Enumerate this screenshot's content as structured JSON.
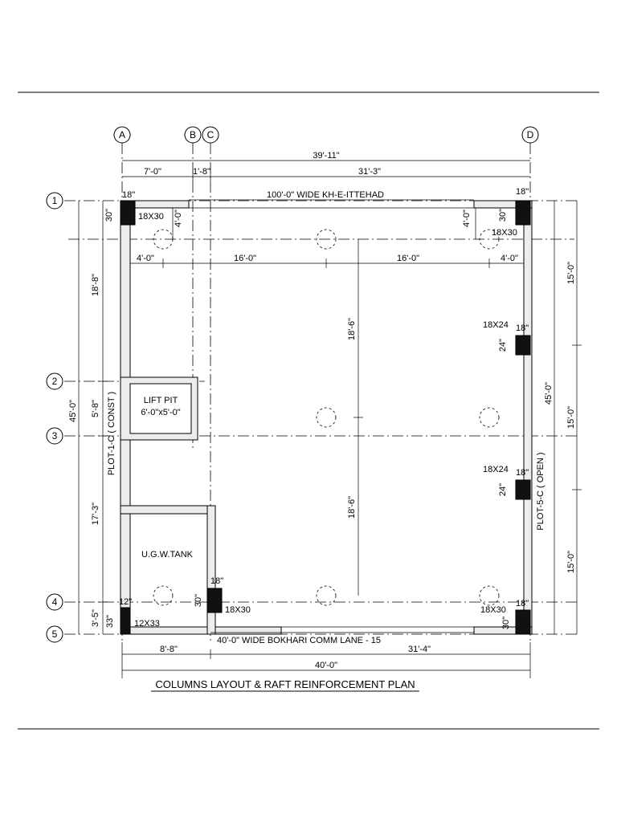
{
  "grid": {
    "cols": [
      "A",
      "B",
      "C",
      "D"
    ],
    "rows": [
      "1",
      "2",
      "3",
      "4",
      "5"
    ]
  },
  "dims": {
    "top_total": "39'-11\"",
    "top_a_b": "7'-0\"",
    "top_b_c": "1'-8\"",
    "top_c_d": "31'-3\"",
    "col_18": "18\"",
    "col_30": "30\"",
    "col_24": "24\"",
    "col_33": "33\"",
    "col_12": "12\"",
    "v_4": "4'-0\"",
    "h_4": "4'-0\"",
    "h_16": "16'-0\"",
    "v_18_6": "18'-6\"",
    "left_18_8": "18'-8\"",
    "left_5_8": "5'-8\"",
    "left_17_3": "17'-3\"",
    "left_3_5": "3'-5\"",
    "left_45": "45'-0\"",
    "right_15": "15'-0\"",
    "right_45": "45'-0\"",
    "bottom_8_8": "8'-8\"",
    "bottom_31_4": "31'-4\"",
    "bottom_40": "40'-0\""
  },
  "labels": {
    "road_top": "100'-0\" WIDE KH-E-ITTEHAD",
    "road_bottom": "40'-0\" WIDE BOKHARI COMM LANE - 15",
    "lift_pit": "LIFT PIT",
    "lift_size": "6'-0\"x5'-0\"",
    "ugw_tank": "U.G.W.TANK",
    "plot_left": "PLOT-1-C ( CONST )",
    "plot_right": "PLOT-5-C ( OPEN )",
    "col_18x30": "18X30",
    "col_18x24": "18X24",
    "col_12x33": "12X33",
    "title": "COLUMNS LAYOUT & RAFT REINFORCEMENT PLAN"
  }
}
